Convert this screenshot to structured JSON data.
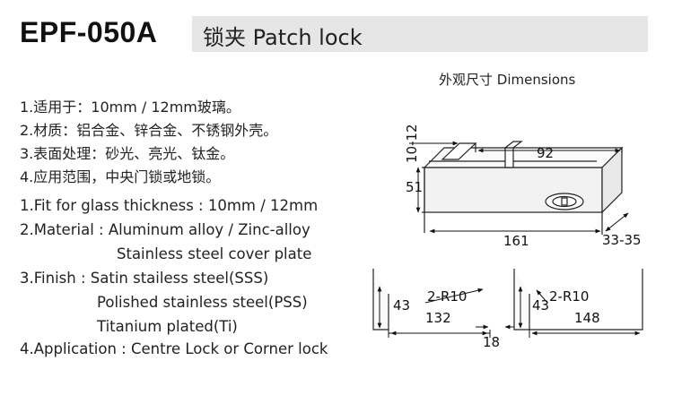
{
  "header": {
    "model": "EPF-050A",
    "title": "锁夹  Patch lock"
  },
  "dimensions_caption": "外观尺寸 Dimensions",
  "specs_cn": [
    "1.适用于：10mm / 12mm玻璃。",
    "2.材质：铝合金、锌合金、不锈钢外壳。",
    "3.表面处理：砂光、亮光、钛金。",
    "4.应用范围，中央门锁或地锁。"
  ],
  "specs_en": [
    "1.Fit for glass thickness : 10mm / 12mm",
    "2.Material : Aluminum alloy / Zinc-alloy",
    "Stainless steel cover plate",
    "3.Finish : Satin stailess steel(SSS)",
    "Polished stainless steel(PSS)",
    "Titanium plated(Ti)",
    "4.Application : Centre Lock or Corner lock"
  ],
  "drawing_main": {
    "glass_thickness": "10-12",
    "top_length": "92",
    "height": "51",
    "total_length": "161",
    "depth": "33-35"
  },
  "drawing_left": {
    "height": "43",
    "radius": "2-R10",
    "length": "132",
    "gap": "18"
  },
  "drawing_right": {
    "height": "43",
    "radius": "2-R10",
    "length": "148"
  }
}
